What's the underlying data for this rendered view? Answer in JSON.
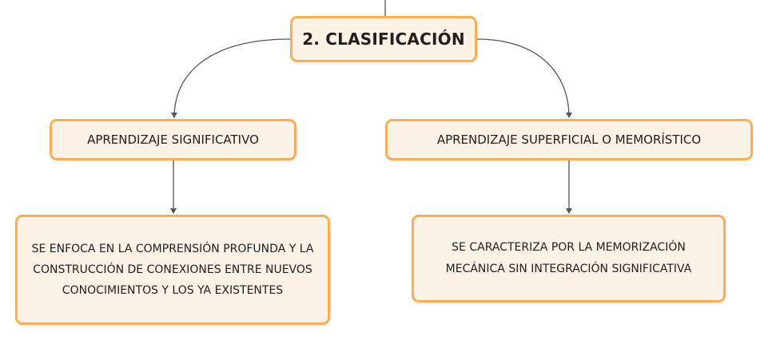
{
  "diagram": {
    "root": {
      "label": "2. CLASIFICACIÓN"
    },
    "left": {
      "label": "APRENDIZAJE SIGNIFICATIVO",
      "detail": "SE ENFOCA EN LA COMPRENSIÓN PROFUNDA Y LA CONSTRUCCIÓN DE CONEXIONES ENTRE NUEVOS CONOCIMIENTOS Y LOS YA EXISTENTES"
    },
    "right": {
      "label": "APRENDIZAJE SUPERFICIAL O MEMORÍSTICO",
      "detail": "SE CARACTERIZA POR LA MEMORIZACIÓN MECÁNICA SIN INTEGRACIÓN SIGNIFICATIVA"
    }
  },
  "colors": {
    "node_fill": "#fdf2e6",
    "node_border": "#f2b05a",
    "connector": "#555555"
  }
}
